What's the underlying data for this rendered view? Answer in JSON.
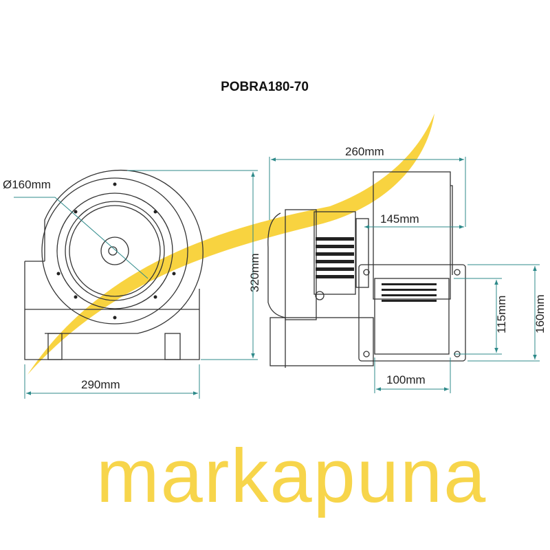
{
  "title": {
    "model": "POBRA",
    "size": "180-70"
  },
  "dimensions": {
    "inlet_diameter": "Ø160mm",
    "width_front": "290mm",
    "height": "320mm",
    "depth": "260mm",
    "motor_offset": "145mm",
    "outlet_inner": "115mm",
    "outlet_flange": "160mm",
    "outlet_width": "100mm"
  },
  "watermark": "markapuna",
  "colors": {
    "dimension": "#2e8a8a",
    "watermark": "#f5c400",
    "line": "#333333"
  }
}
